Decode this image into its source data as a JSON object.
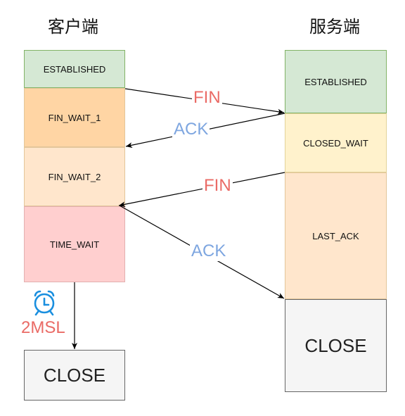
{
  "client": {
    "title": "客户端",
    "states": [
      "ESTABLISHED",
      "FIN_WAIT_1",
      "FIN_WAIT_2",
      "TIME_WAIT"
    ],
    "close": "CLOSE"
  },
  "server": {
    "title": "服务端",
    "states": [
      "ESTABLISHED",
      "CLOSED_WAIT",
      "LAST_ACK"
    ],
    "close": "CLOSE"
  },
  "messages": {
    "fin1": "FIN",
    "ack1": "ACK",
    "fin2": "FIN",
    "ack2": "ACK"
  },
  "timer": {
    "icon": "alarm-clock-icon",
    "label": "2MSL"
  },
  "colors": {
    "fin": "#ea6b66",
    "ack": "#7ea6e0",
    "established_fill": "#d5e8d4",
    "established_border": "#82b366",
    "orange_fill": "#ffd5a4",
    "light_orange_fill": "#ffe6cc",
    "yellow_fill": "#fff2cc",
    "red_fill": "#ffcfcf",
    "grey_fill": "#f5f5f5",
    "clock": "#1a8fdf"
  }
}
